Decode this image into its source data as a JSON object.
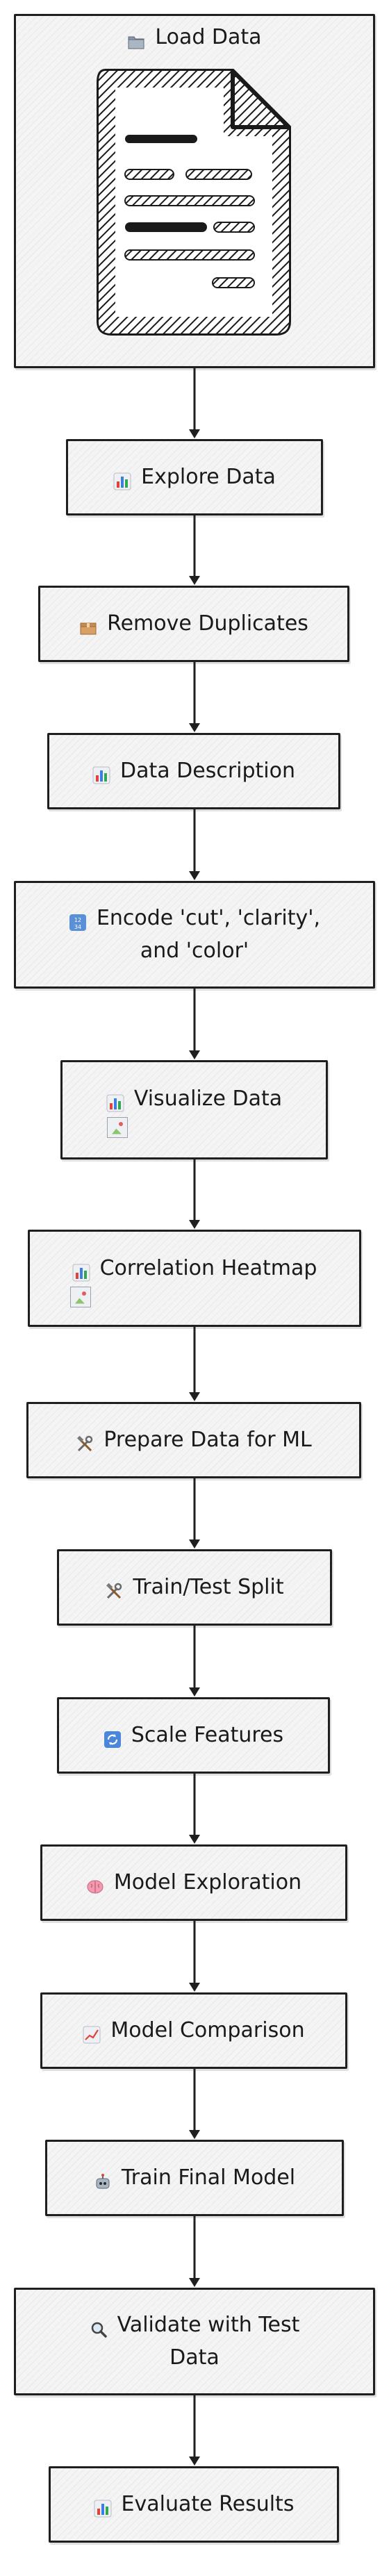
{
  "steps": [
    {
      "id": "load_data",
      "icon": "folder-icon",
      "label": "Load Data"
    },
    {
      "id": "explore_data",
      "icon": "bar-chart-icon",
      "label": "Explore Data"
    },
    {
      "id": "remove_duplicates",
      "icon": "package-icon",
      "label": "Remove Duplicates"
    },
    {
      "id": "data_description",
      "icon": "bar-chart-icon",
      "label": "Data Description"
    },
    {
      "id": "encode",
      "icon": "numbers-icon",
      "label_lines": [
        "Encode 'cut', 'clarity',",
        "and 'color'"
      ]
    },
    {
      "id": "visualize_data",
      "icon": "bar-chart-icon",
      "label": "Visualize Data",
      "image": "broken-image-icon"
    },
    {
      "id": "correlation_heatmap",
      "icon": "bar-chart-icon",
      "label": "Correlation Heatmap",
      "image": "broken-image-icon"
    },
    {
      "id": "prepare_data",
      "icon": "hammer-wrench-icon",
      "label": "Prepare Data for ML"
    },
    {
      "id": "train_test_split",
      "icon": "hammer-wrench-icon",
      "label": "Train/Test Split"
    },
    {
      "id": "scale_features",
      "icon": "refresh-icon",
      "label": "Scale Features"
    },
    {
      "id": "model_exploration",
      "icon": "brain-icon",
      "label": "Model Exploration"
    },
    {
      "id": "model_comparison",
      "icon": "line-chart-icon",
      "label": "Model Comparison"
    },
    {
      "id": "train_final_model",
      "icon": "robot-icon",
      "label": "Train Final Model"
    },
    {
      "id": "validate",
      "icon": "magnifier-icon",
      "label_lines": [
        "Validate with Test",
        "Data"
      ]
    },
    {
      "id": "evaluate_results",
      "icon": "bar-chart-icon",
      "label": "Evaluate Results"
    }
  ],
  "colors": {
    "stroke": "#1f1f1f",
    "fill": "#f4f4f4"
  }
}
